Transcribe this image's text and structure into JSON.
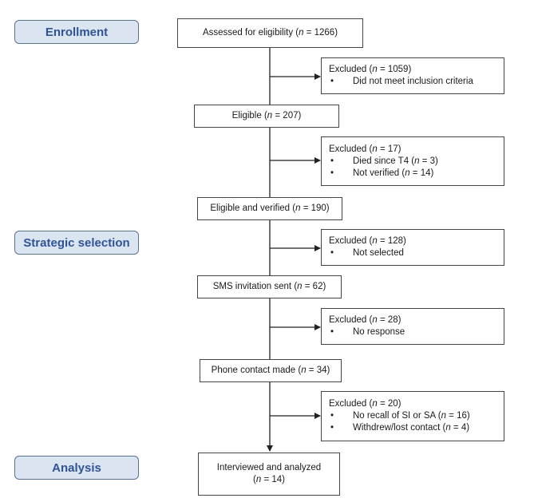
{
  "stages": {
    "enrollment": "Enrollment",
    "strategic_selection": "Strategic selection",
    "analysis": "Analysis"
  },
  "flow": [
    {
      "pre": "Assessed for eligibility (",
      "n": "n",
      "post": " = 1266)"
    },
    {
      "pre": "Eligible (",
      "n": "n",
      "post": " = 207)"
    },
    {
      "pre": "Eligible and verified (",
      "n": "n",
      "post": " = 190)"
    },
    {
      "pre": "SMS invitation sent (",
      "n": "n",
      "post": " = 62)"
    },
    {
      "pre": "Phone contact made (",
      "n": "n",
      "post": " = 34)"
    },
    {
      "line1": "Interviewed and analyzed",
      "pre": "(",
      "n": "n",
      "post": " = 14)"
    }
  ],
  "excluded": [
    {
      "head_pre": "Excluded (",
      "n": "n",
      "head_post": " = 1059)",
      "items": [
        {
          "text": "Did not meet inclusion criteria"
        }
      ]
    },
    {
      "head_pre": "Excluded (",
      "n": "n",
      "head_post": " = 17)",
      "items": [
        {
          "pre": "Died since T4 (",
          "n": "n",
          "post": " = 3)"
        },
        {
          "pre": "Not verified (",
          "n": "n",
          "post": " = 14)"
        }
      ]
    },
    {
      "head_pre": "Excluded (",
      "n": "n",
      "head_post": " = 128)",
      "items": [
        {
          "text": "Not selected"
        }
      ]
    },
    {
      "head_pre": "Excluded (",
      "n": "n",
      "head_post": " = 28)",
      "items": [
        {
          "text": "No response"
        }
      ]
    },
    {
      "head_pre": "Excluded (",
      "n": "n",
      "head_post": " = 20)",
      "items": [
        {
          "pre": "No recall of SI or SA (",
          "n": "n",
          "post": " = 16)"
        },
        {
          "pre": "Withdrew/lost contact (",
          "n": "n",
          "post": " = 4)"
        }
      ]
    }
  ],
  "bullet_char": "•"
}
